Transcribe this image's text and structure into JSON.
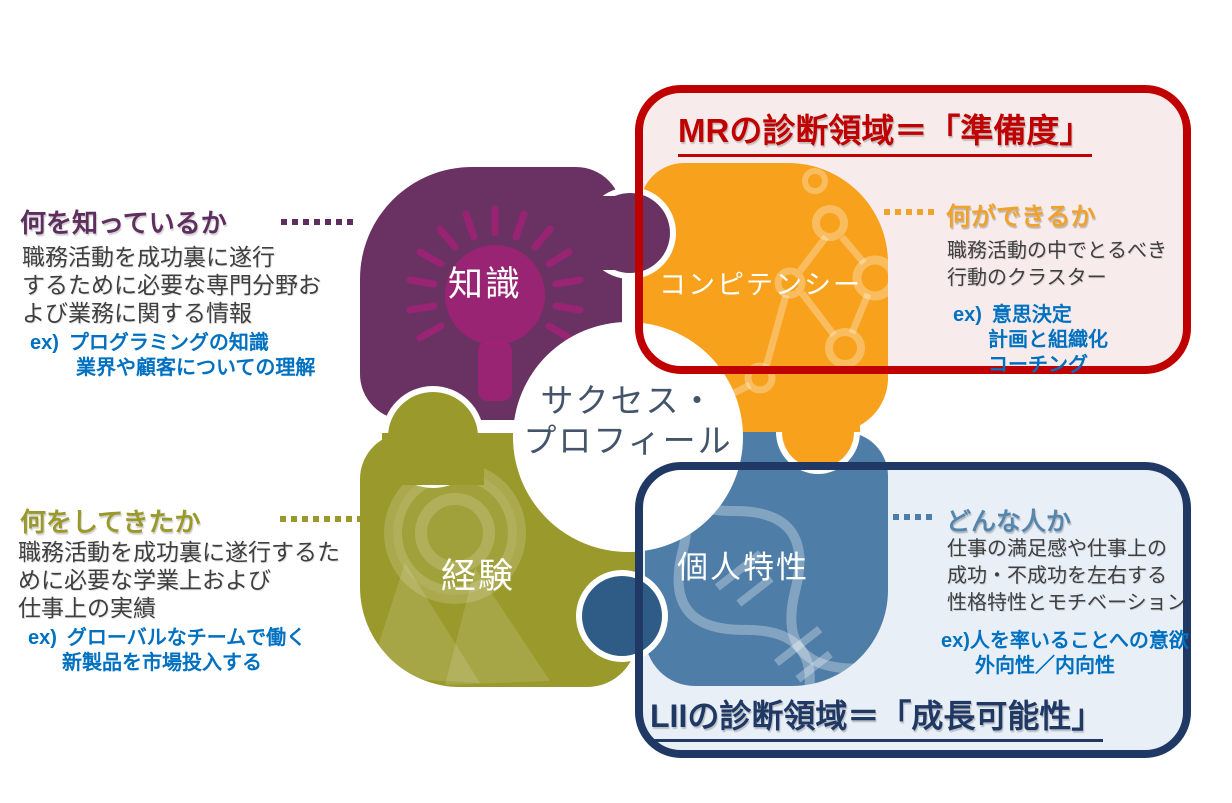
{
  "colors": {
    "knowledge_purple": "#6A3263",
    "competency_orange": "#F7A11C",
    "experience_olive": "#9A992B",
    "personality_blue": "#4E7DA7",
    "personality_tab_blue": "#2E5C86",
    "mr_red": "#C00000",
    "mr_fill": "#F7ECEB",
    "lii_navy": "#1F3864",
    "lii_fill": "#E9EFF7",
    "example_blue": "#0070C0",
    "body_text": "#3F3F3F",
    "center_text": "#44546A"
  },
  "center": {
    "line1": "サクセス・",
    "line2": "プロフィール"
  },
  "pieces": {
    "knowledge": {
      "label": "知識"
    },
    "competency": {
      "label": "コンピテンシー"
    },
    "experience": {
      "label": "経験"
    },
    "personality": {
      "label": "個人特性"
    }
  },
  "annotations": {
    "knowledge": {
      "title": "何を知っているか",
      "body": [
        "職務活動を成功裏に遂行",
        "するために必要な専門分野お",
        "よび業務に関する情報"
      ],
      "example_prefix": "ex)",
      "examples": [
        "プログラミングの知識",
        "業界や顧客についての理解"
      ]
    },
    "experience": {
      "title": "何をしてきたか",
      "body": [
        "職務活動を成功裏に遂行するた",
        "めに必要な学業上および",
        "仕事上の実績"
      ],
      "example_prefix": "ex)",
      "examples": [
        "グローバルなチームで働く",
        "新製品を市場投入する"
      ]
    },
    "competency": {
      "title": "何ができるか",
      "body": [
        "職務活動の中でとるべき",
        "行動のクラスター"
      ],
      "example_prefix": "ex)",
      "examples": [
        "意思決定",
        "計画と組織化",
        "コーチング"
      ]
    },
    "personality": {
      "title": "どんな人か",
      "body": [
        "仕事の満足感や仕事上の",
        "成功・不成功を左右する",
        "性格特性とモチベーション"
      ],
      "example_prefix": "ex)",
      "examples": [
        "人を率いることへの意欲",
        "外向性／内向性"
      ]
    }
  },
  "mr_box": {
    "title": "MRの診断領域＝「準備度」"
  },
  "lii_box": {
    "title": "LIIの診断領域＝「成長可能性」"
  }
}
